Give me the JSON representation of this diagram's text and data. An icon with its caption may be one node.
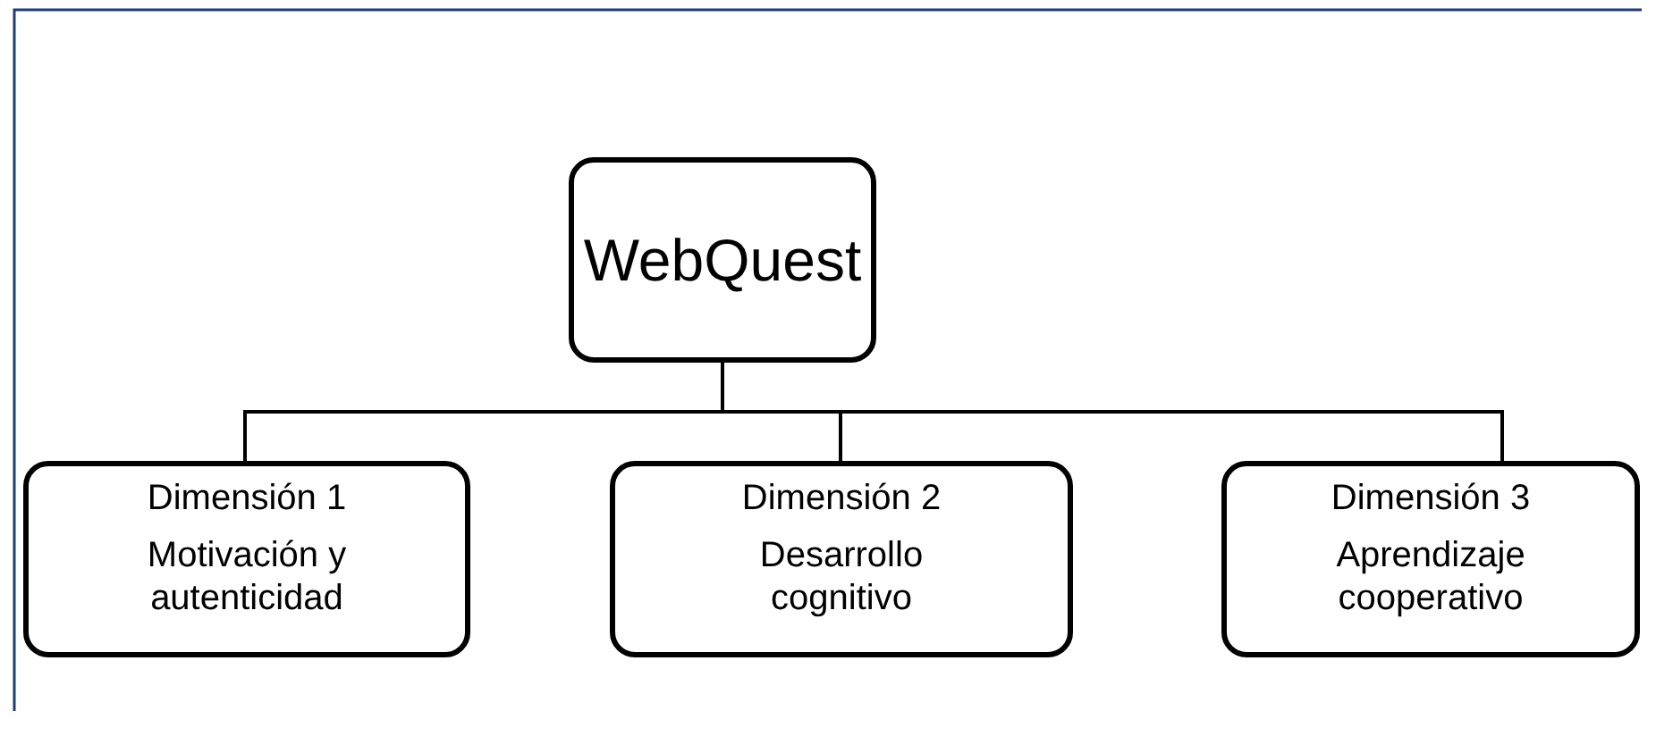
{
  "diagram": {
    "nodes": [
      {
        "text": [
          "WebQuest"
        ]
      },
      {
        "text": [
          "Dimensión 1",
          "Motivación y autenticidad"
        ]
      },
      {
        "text": [
          "Dimensión 2",
          "Desarrollo cognitivo"
        ]
      },
      {
        "text": [
          "Dimensión 3",
          "Aprendizaje cooperativo"
        ]
      }
    ],
    "edges": [
      {
        "from": 0,
        "to": 1,
        "arrow": "none"
      },
      {
        "from": 0,
        "to": 2,
        "arrow": "none"
      },
      {
        "from": 0,
        "to": 3,
        "arrow": "none"
      }
    ]
  }
}
